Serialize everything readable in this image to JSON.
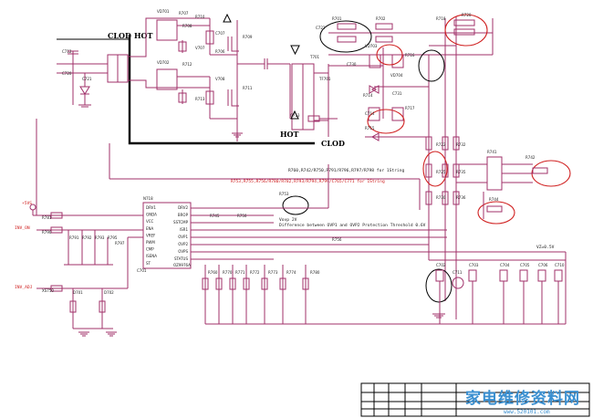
{
  "top_left_clod": "CLOD",
  "top_hot": "HOT",
  "bottom_hot": "HOT",
  "bottom_clod": "CLOD",
  "string_note_1": "R760,R742/R750,R791/R796,R797/R798 for 1String",
  "string_note_2": "R753,R755,R756/R780/R782,R793/R794,R799/C765/C771 for 1String",
  "ic_ref": "N718",
  "ic_part": "OZ9976A",
  "ic_pins_left": [
    "DRV1",
    "GNDA",
    "VCC",
    "ENA",
    "VREF",
    "PWM",
    "CMP",
    "ISENA",
    "ST"
  ],
  "ic_pins_right": [
    "DRV2",
    "BROP",
    "SSTCMP",
    "ISR1",
    "OVP1",
    "OVP2",
    "OVPS",
    "STATUS"
  ],
  "vovp_label": "Vovp  2V",
  "difference_label": "Difference between OVP1 and OVP2 Protection Threshold  0.6V",
  "vz_label": "VZ=0.5V",
  "left_inputs": [
    "+5VS",
    "INV_ON",
    "INV_ADJ"
  ],
  "watermark_cn": "家电维修资料网",
  "watermark_url": "www.520101.com",
  "component_labels": [
    "VD701",
    "R707",
    "R710",
    "R708",
    "C707",
    "R709",
    "V707",
    "R706",
    "VD702",
    "R712",
    "V708",
    "R711",
    "R713",
    "T701",
    "TF701",
    "C713",
    "R701",
    "R702",
    "VD703",
    "VD704",
    "R714",
    "C714",
    "R715",
    "R716",
    "R717",
    "R718",
    "R720",
    "R722",
    "R725",
    "R730",
    "R732",
    "R735",
    "R736",
    "R741",
    "R742",
    "R744",
    "R745",
    "R750",
    "R753",
    "R756",
    "R760",
    "R770",
    "R771",
    "R772",
    "R773",
    "R774",
    "R780",
    "R781",
    "R790",
    "R791",
    "R792",
    "R793",
    "R795",
    "R797",
    "XS750",
    "D701",
    "D702",
    "C701",
    "C702",
    "C703",
    "C704",
    "C705",
    "C706",
    "C710",
    "C711",
    "C712",
    "C720",
    "C721",
    "C722",
    "C730",
    "C731"
  ]
}
